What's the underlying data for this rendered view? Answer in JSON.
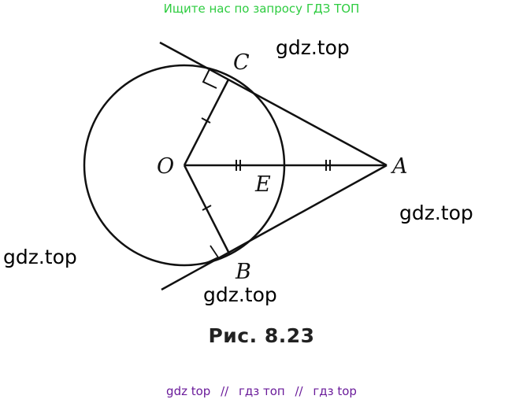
{
  "banner": {
    "text": "Ищите нас по запросу ГДЗ ТОП",
    "color": "#2ecc40"
  },
  "figure": {
    "points": {
      "C": "C",
      "O": "O",
      "E": "E",
      "A": "A",
      "B": "B"
    },
    "caption": "Рис. 8.23"
  },
  "watermarks": [
    "gdz.top",
    "gdz.top",
    "gdz.top",
    "gdz.top"
  ],
  "footer": {
    "items": [
      "gdz top",
      "гдз топ",
      "гдз top"
    ],
    "separator": "//",
    "color": "#6a1b9a"
  }
}
